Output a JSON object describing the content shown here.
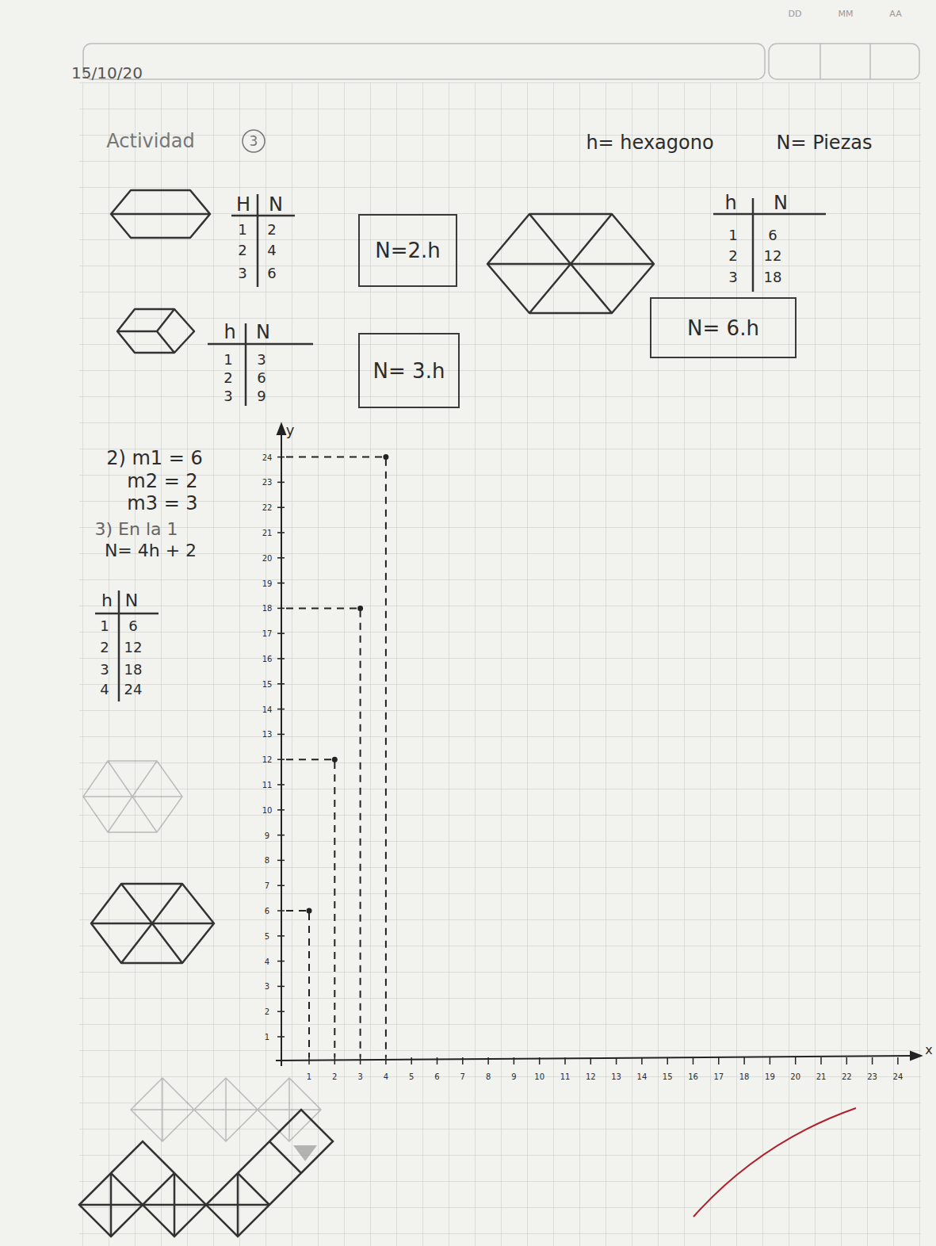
{
  "diagram": {
    "nodes": [
      {
        "text": [
          "N=2.h"
        ]
      },
      {
        "text": [
          "N= 3.h"
        ]
      },
      {
        "text": [
          "N= 6.h"
        ]
      }
    ],
    "labels": [
      "DD",
      "MM",
      "AA",
      "15/10/20",
      "Actividad",
      "3",
      "h= hexagono",
      "N= Piezas",
      "H",
      "N",
      "1",
      "2",
      "3",
      "2",
      "4",
      "6",
      "h",
      "N",
      "1",
      "2",
      "3",
      "6",
      "12",
      "18",
      "h",
      "N",
      "1",
      "2",
      "3",
      "3",
      "6",
      "9",
      "2) m1 = 6",
      "m2 = 2",
      "m3 = 3",
      "3) En la 1",
      "N= 4h + 2",
      "h",
      "N",
      "1",
      "2",
      "3",
      "4",
      "6",
      "12",
      "18",
      "24",
      "y",
      "x",
      "1",
      "2",
      "3",
      "4",
      "5",
      "6",
      "7",
      "8",
      "9",
      "10",
      "11",
      "12",
      "13",
      "14",
      "15",
      "16",
      "17",
      "18",
      "19",
      "20",
      "21",
      "22",
      "23",
      "24",
      "1",
      "2",
      "3",
      "4",
      "5",
      "6",
      "7",
      "8",
      "9",
      "10",
      "11",
      "12",
      "13",
      "14",
      "15",
      "16",
      "17",
      "18",
      "19",
      "20",
      "21",
      "22",
      "23",
      "24"
    ]
  }
}
